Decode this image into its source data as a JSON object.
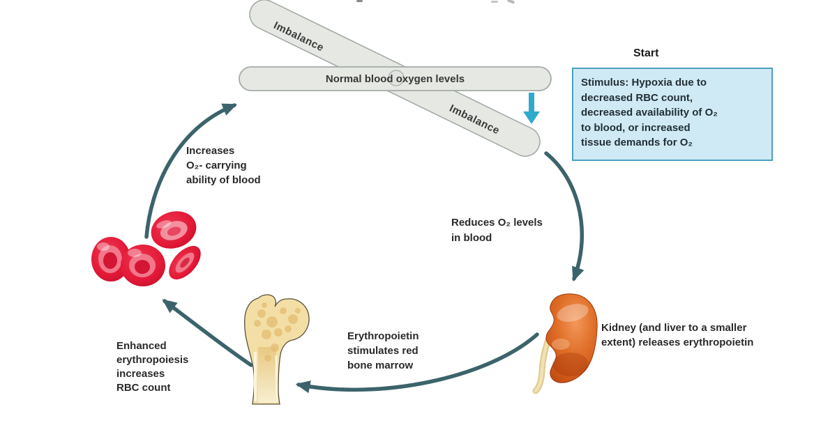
{
  "balance": {
    "normal_label": "Normal blood oxygen levels",
    "imbalance_upper_label": "Imbalance",
    "imbalance_lower_label": "Imbalance"
  },
  "start_label": "Start",
  "stimulus_box": {
    "text": "Stimulus: Hypoxia due to\ndecreased RBC count,\ndecreased availability of O₂\nto blood, or increased\ntissue demands for O₂"
  },
  "labels": {
    "reduces_o2": "Reduces O₂ levels\nin blood",
    "kidney_releases": "Kidney (and liver to a smaller\nextent) releases erythropoietin",
    "epo_stimulates": "Erythropoietin\nstimulates red\nbone marrow",
    "enhanced_erythropoiesis": "Enhanced\nerythropoiesis\nincreases\nRBC count",
    "increases_o2": "Increases\nO₂- carrying\nability of blood"
  },
  "icons": {
    "cycle_arrows": "teal-curved-arrow",
    "stimulus_pointer": "cyan-down-arrow",
    "organ_images": [
      "kidney-illustration",
      "red-bone-marrow-illustration",
      "red-blood-cells-illustration"
    ],
    "balance": "seesaw-balance-beams"
  },
  "colors": {
    "arrow_teal": "#3c636b",
    "arrow_cyan": "#2fa9cc",
    "stimulus_fill": "#cfeaf4",
    "stimulus_border": "#4aa0c0",
    "bar_fill": "#e6e8e4",
    "bar_border": "#a4aaa6",
    "kidney_orange": "#d2591c",
    "bone_cream": "#f3dfa6",
    "rbc_red": "#e21836",
    "text": "#2a2a2a"
  }
}
